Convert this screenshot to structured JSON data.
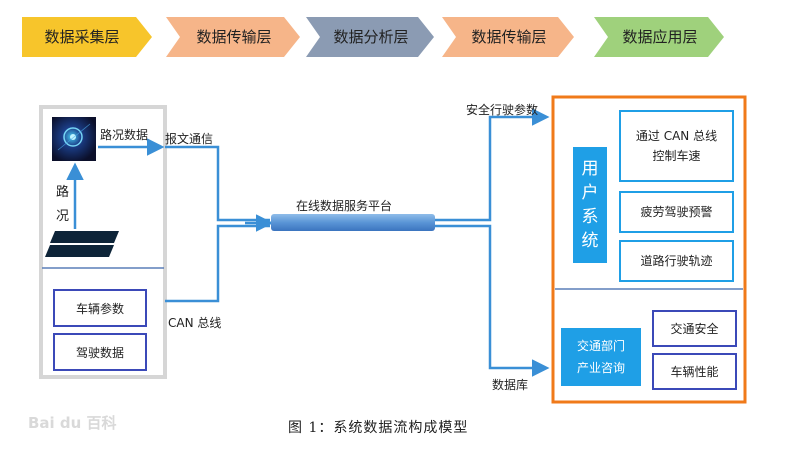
{
  "layers": [
    {
      "label": "数据采集层",
      "color": "#f7c52b"
    },
    {
      "label": "数据传输层",
      "color": "#f6b589"
    },
    {
      "label": "数据分析层",
      "color": "#8b9bb3"
    },
    {
      "label": "数据传输层",
      "color": "#f6b589"
    },
    {
      "label": "数据应用层",
      "color": "#9fd17c"
    }
  ],
  "collection": {
    "road_data": "路况数据",
    "road_vertical": [
      "路",
      "况"
    ],
    "vehicle_params": "车辆参数",
    "driving_data": "驾驶数据"
  },
  "transmission": {
    "message": "报文通信",
    "can_bus": "CAN 总线",
    "safety_params": "安全行驶参数",
    "database": "数据库"
  },
  "platform": {
    "label": "在线数据服务平台"
  },
  "application": {
    "user_system": [
      "用",
      "户",
      "系",
      "统"
    ],
    "can_speed": [
      "通过 CAN 总线",
      "控制车速"
    ],
    "fatigue": "疲劳驾驶预警",
    "trajectory": "道路行驶轨迹",
    "traffic_dept": [
      "交通部门",
      "产业咨询"
    ],
    "traffic_safety": "交通安全",
    "vehicle_perf": "车辆性能"
  },
  "caption": "图 1：系统数据流构成模型",
  "watermark": "Bai du 百科",
  "colors": {
    "arrow": "#3a8fd6",
    "orange": "#f07a1a",
    "cyan": "#1f9fe6",
    "navy": "#3b49b8"
  }
}
